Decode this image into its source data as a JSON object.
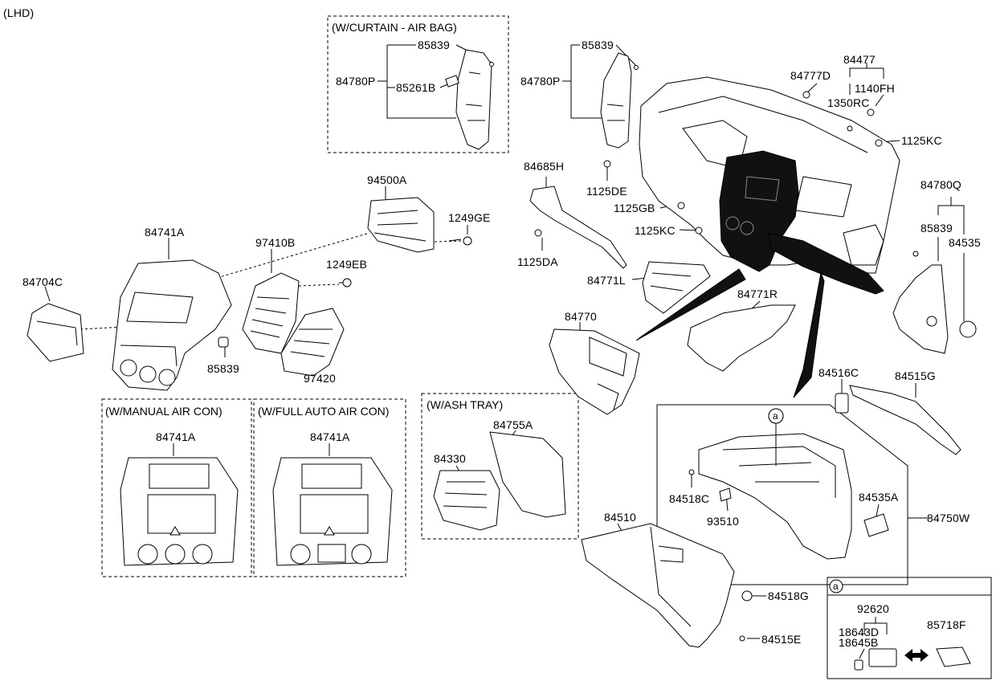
{
  "header": {
    "variant": "(LHD)"
  },
  "boxes": {
    "curtain_airbag": "(W/CURTAIN - AIR BAG)",
    "manual_aircon": "(W/MANUAL AIR CON)",
    "full_auto_aircon": "(W/FULL AUTO AIR CON)",
    "ash_tray": "(W/ASH TRAY)",
    "detail_a": "a"
  },
  "parts": {
    "p85839_a": "85839",
    "p84780P_a": "84780P",
    "p85261B": "85261B",
    "p85839_b": "85839",
    "p84780P_b": "84780P",
    "p84777D": "84777D",
    "p84477": "84477",
    "p1140FH": "1140FH",
    "p1350RC": "1350RC",
    "p1125KC_a": "1125KC",
    "p84685H": "84685H",
    "p1125DE": "1125DE",
    "p1125GB": "1125GB",
    "p1125KC_b": "1125KC",
    "p84780Q": "84780Q",
    "p85839_c": "85839",
    "p84535": "84535",
    "p94500A": "94500A",
    "p1249GE": "1249GE",
    "p1125DA": "1125DA",
    "p84741A_main": "84741A",
    "p97410B": "97410B",
    "p1249EB": "1249EB",
    "p84704C": "84704C",
    "p85839_d": "85839",
    "p97420": "97420",
    "p84771L": "84771L",
    "p84771R": "84771R",
    "p84770": "84770",
    "p84516C": "84516C",
    "p84515G": "84515G",
    "p84741A_manual": "84741A",
    "p84741A_auto": "84741A",
    "p84755A": "84755A",
    "p84330": "84330",
    "p84518C": "84518C",
    "p93510": "93510",
    "p84535A": "84535A",
    "p84750W": "84750W",
    "p84510": "84510",
    "p84518G": "84518G",
    "p84515E": "84515E",
    "p92620": "92620",
    "p18643D": "18643D",
    "p18645B": "18645B",
    "p85718F": "85718F"
  }
}
